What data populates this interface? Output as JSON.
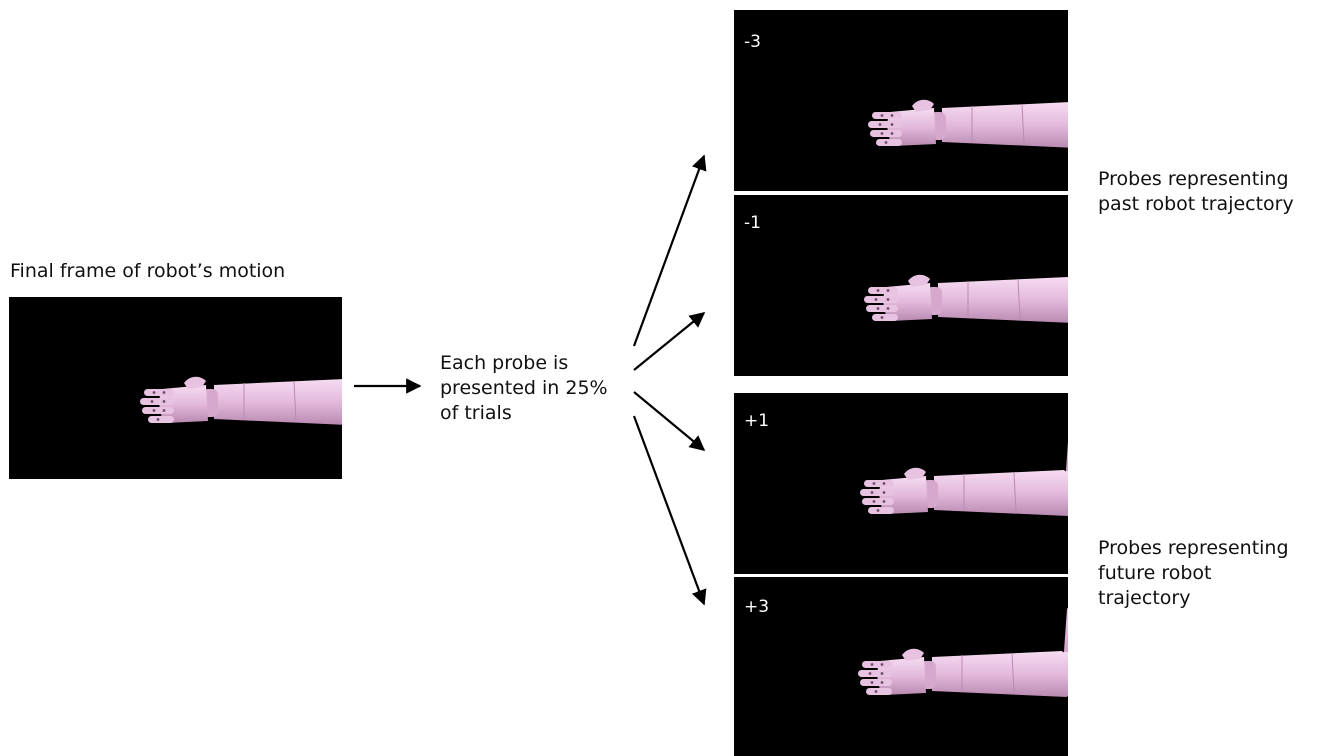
{
  "source": {
    "caption": "Final frame of robot’s motion"
  },
  "middle": {
    "lines": [
      "Each probe is",
      "presented in 25%",
      "of trials"
    ]
  },
  "probes": [
    {
      "label": "-3"
    },
    {
      "label": "-1"
    },
    {
      "label": "+1"
    },
    {
      "label": "+3"
    }
  ],
  "groups": {
    "past": [
      "Probes representing",
      "past robot trajectory"
    ],
    "future": [
      "Probes representing",
      "future robot",
      "trajectory"
    ]
  },
  "colors": {
    "background": "#ffffff",
    "frame": "#000000",
    "arm": "#e8bfe0",
    "arrow": "#000000"
  }
}
